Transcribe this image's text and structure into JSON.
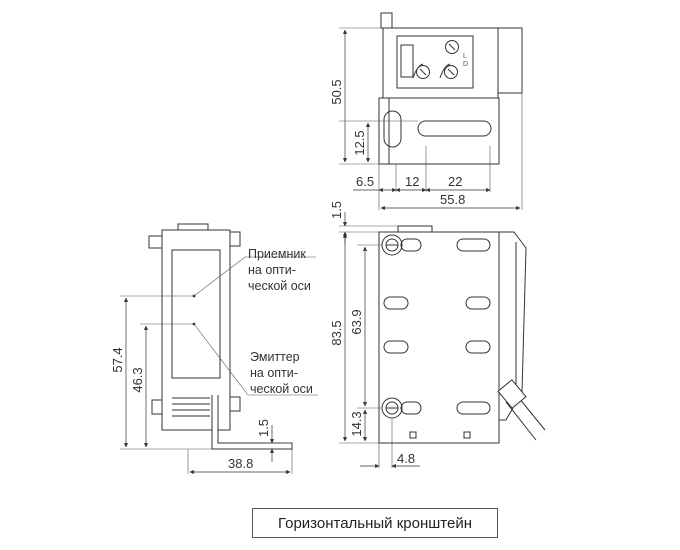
{
  "caption": "Горизонтальный кронштейн",
  "dimensions": {
    "top_height": "50.5",
    "top_slot_height": "12.5",
    "top_offset_left": "6.5",
    "top_slot_pitch": "12",
    "top_slot_length": "22",
    "top_width": "55.8",
    "front_top_gap": "1.5",
    "front_height": "83.5",
    "front_hole_pitch": "63.9",
    "front_bottom_hole": "14.3",
    "front_offset": "4.8",
    "side_receiver_height": "57.4",
    "side_emitter_height": "46.3",
    "side_bracket_thickness": "1.5",
    "side_depth": "38.8"
  },
  "labels": {
    "receiver_line1": "Приемник",
    "receiver_line2": "на опти-",
    "receiver_line3": "ческой оси",
    "emitter_line1": "Эмиттер",
    "emitter_line2": "на опти-",
    "emitter_line3": "ческой оси"
  },
  "panel_marks": {
    "mark_l": "L",
    "mark_d": "D"
  }
}
